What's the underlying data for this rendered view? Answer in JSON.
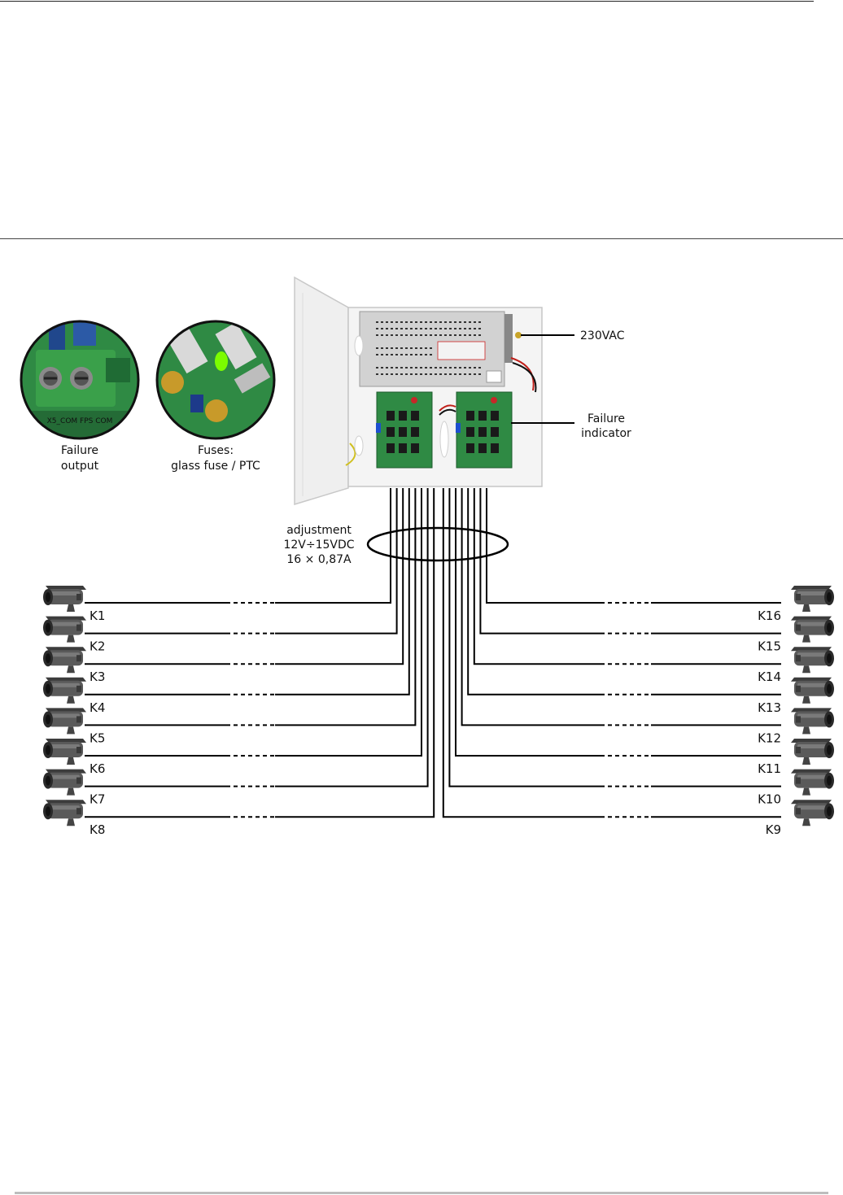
{
  "labels": {
    "failure_output": [
      "Failure",
      "output"
    ],
    "fuses": [
      "Fuses:",
      "glass fuse / PTC"
    ],
    "mains": "230VAC",
    "failure_indicator": [
      "Failure",
      "indicator"
    ],
    "adjustment": [
      "adjustment",
      "12V÷15VDC",
      "16 × 0,87A"
    ]
  },
  "inset_texts": {
    "terminal_markings": "X5_COM  FPS  COM"
  },
  "channels_left": [
    "K1",
    "K2",
    "K3",
    "K4",
    "K5",
    "K6",
    "K7",
    "K8"
  ],
  "channels_right": [
    "K16",
    "K15",
    "K14",
    "K13",
    "K12",
    "K11",
    "K10",
    "K9"
  ],
  "colors": {
    "pcb_green": "#2f8a44",
    "wire": "#000000",
    "housing": "#f1f1f1",
    "camera_body": "#5a5a5a",
    "led_green": "#7CFC00"
  }
}
